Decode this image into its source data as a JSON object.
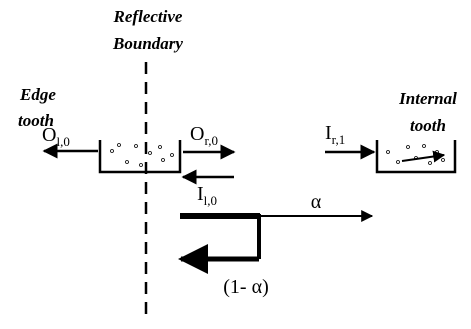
{
  "labels": {
    "reflective_boundary_line1": "Reflective",
    "reflective_boundary_line2": "Boundary",
    "edge_tooth_line1": "Edge",
    "edge_tooth_line2": "tooth",
    "internal_tooth_line1": "Internal",
    "internal_tooth_line2": "tooth",
    "o_l0_main": "O",
    "o_l0_sub": "l,0",
    "o_r0_main": "O",
    "o_r0_sub": "r,0",
    "i_l0_main": "I",
    "i_l0_sub": "l,0",
    "i_r1_main": "I",
    "i_r1_sub": "r,1",
    "alpha": "α",
    "one_minus_alpha": "(1- α)"
  },
  "colors": {
    "ink": "#000000",
    "background": "#ffffff"
  }
}
